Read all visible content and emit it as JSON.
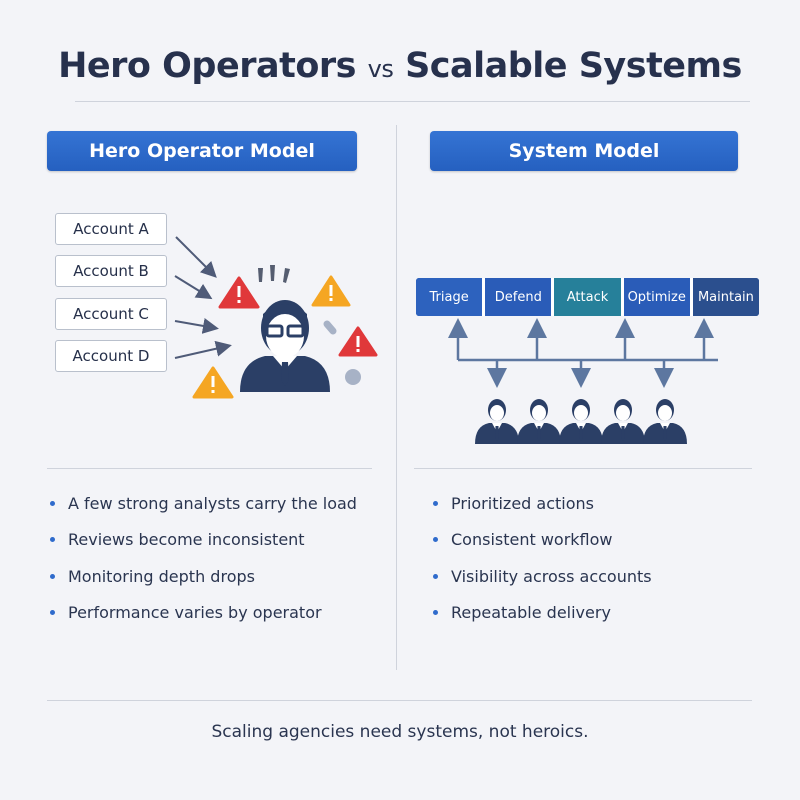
{
  "title": {
    "left": "Hero Operators",
    "vs": "vs",
    "right": "Scalable Systems"
  },
  "left": {
    "header": "Hero Operator Model",
    "accounts": [
      "Account A",
      "Account B",
      "Account C",
      "Account D"
    ],
    "bullets": [
      "A few strong analysts carry the load",
      "Reviews become inconsistent",
      "Monitoring depth drops",
      "Performance varies by operator"
    ]
  },
  "right": {
    "header": "System Model",
    "stages": [
      "Triage",
      "Defend",
      "Attack",
      "Optimize",
      "Maintain"
    ],
    "bullets": [
      "Prioritized actions",
      "Consistent workflow",
      "Visibility across accounts",
      "Repeatable delivery"
    ]
  },
  "footer": "Scaling agencies need systems, not heroics.",
  "colors": {
    "accent": "#2f6bcc",
    "navy": "#2b3f66",
    "red": "#e0383a",
    "amber": "#f5a623"
  }
}
